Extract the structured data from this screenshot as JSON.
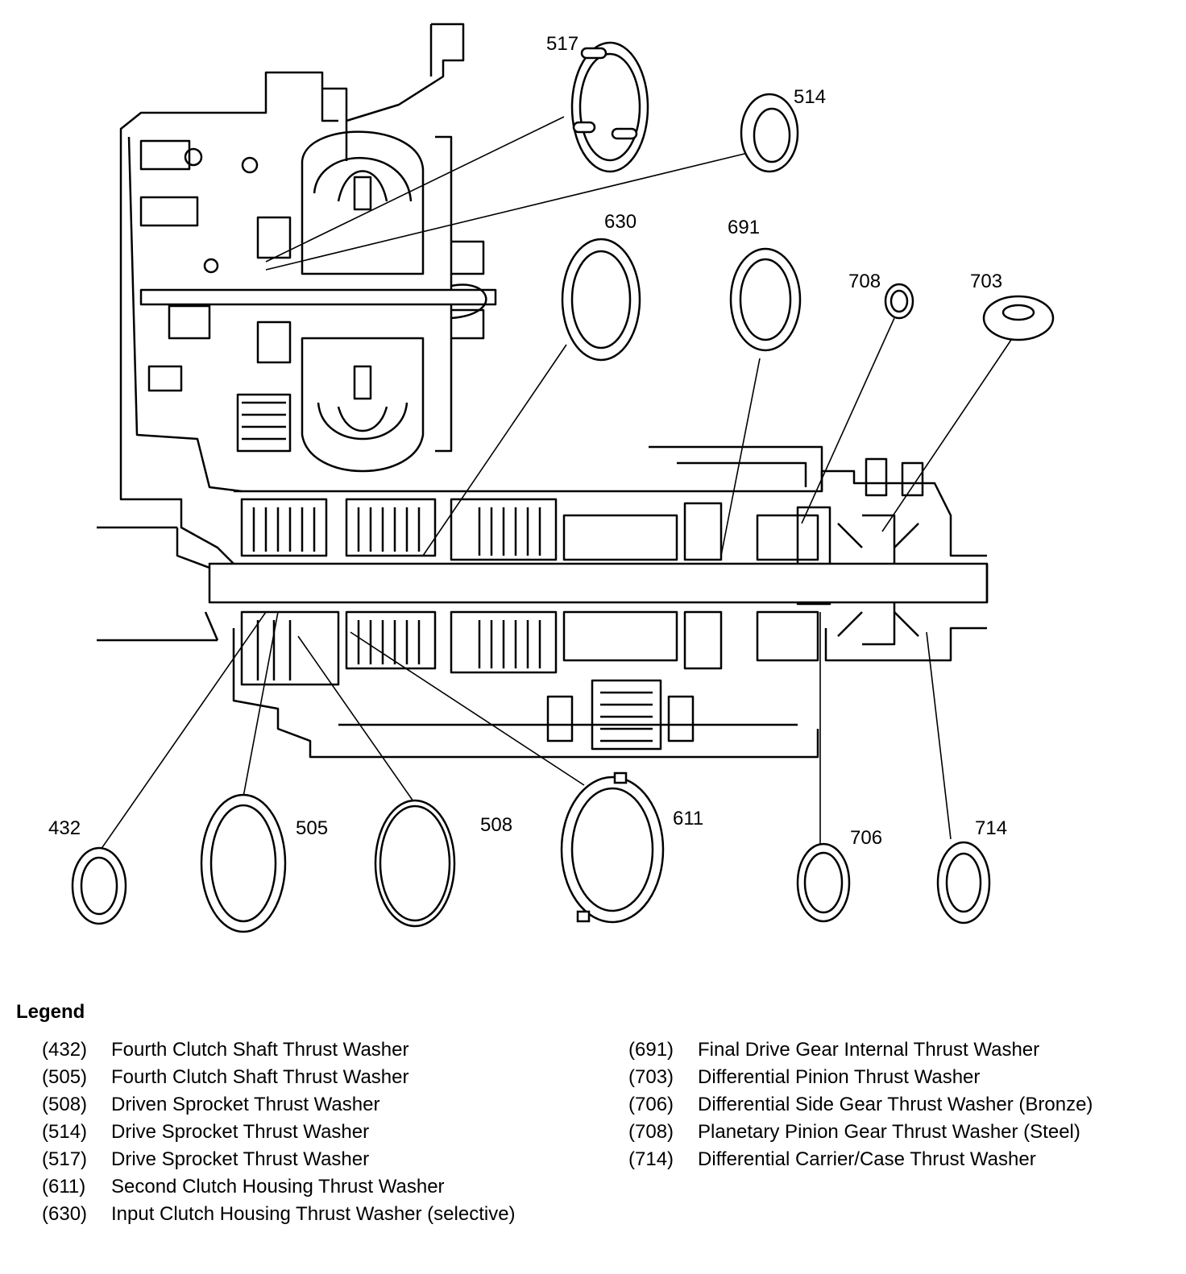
{
  "callouts": {
    "c517": "517",
    "c514": "514",
    "c630": "630",
    "c691": "691",
    "c708": "708",
    "c703": "703",
    "c432": "432",
    "c505": "505",
    "c508": "508",
    "c611": "611",
    "c706": "706",
    "c714": "714"
  },
  "legend": {
    "title": "Legend",
    "left": [
      {
        "num": "(432)",
        "text": "Fourth Clutch Shaft Thrust Washer"
      },
      {
        "num": "(505)",
        "text": "Fourth Clutch Shaft Thrust Washer"
      },
      {
        "num": "(508)",
        "text": "Driven Sprocket Thrust Washer"
      },
      {
        "num": "(514)",
        "text": "Drive Sprocket Thrust Washer"
      },
      {
        "num": "(517)",
        "text": "Drive Sprocket Thrust Washer"
      },
      {
        "num": "(611)",
        "text": "Second Clutch Housing Thrust Washer"
      },
      {
        "num": "(630)",
        "text": "Input Clutch Housing Thrust Washer (selective)"
      }
    ],
    "right": [
      {
        "num": "(691)",
        "text": "Final Drive Gear Internal Thrust Washer"
      },
      {
        "num": "(703)",
        "text": "Differential Pinion Thrust Washer"
      },
      {
        "num": "(706)",
        "text": "Differential Side Gear Thrust Washer (Bronze)"
      },
      {
        "num": "(708)",
        "text": "Planetary Pinion Gear Thrust Washer (Steel)"
      },
      {
        "num": "(714)",
        "text": "Differential Carrier/Case Thrust Washer"
      }
    ]
  }
}
